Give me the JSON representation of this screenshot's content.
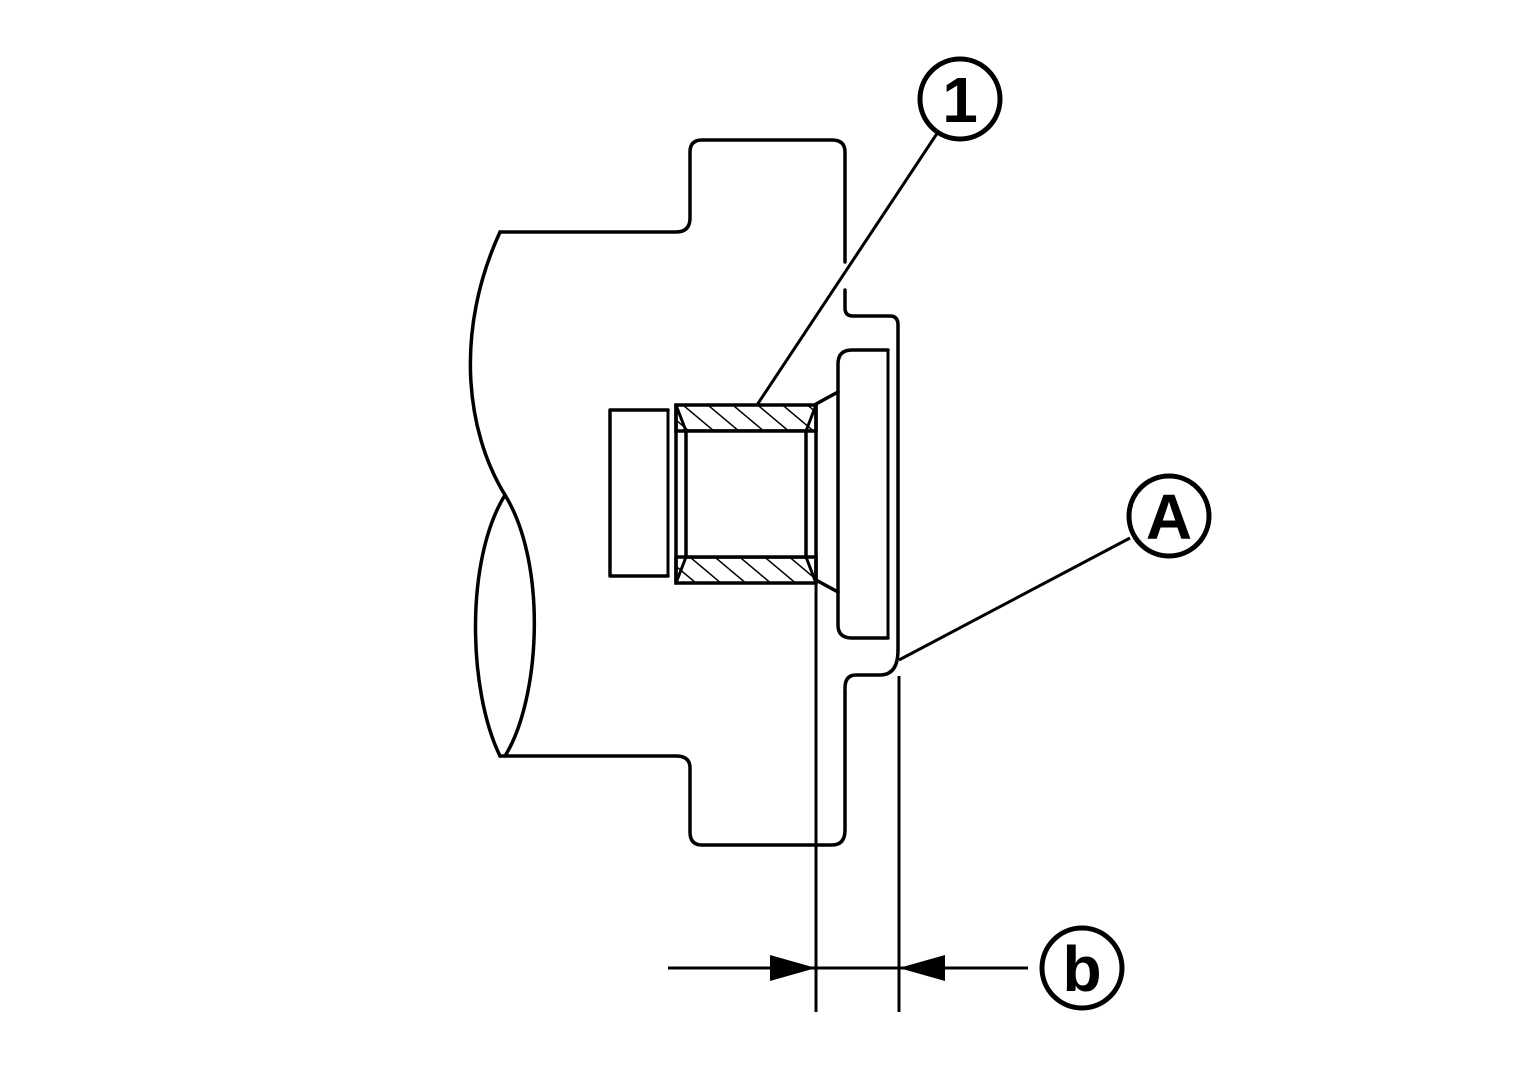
{
  "callouts": {
    "part_1": "1",
    "point_a": "A",
    "dimension_b": "b"
  }
}
